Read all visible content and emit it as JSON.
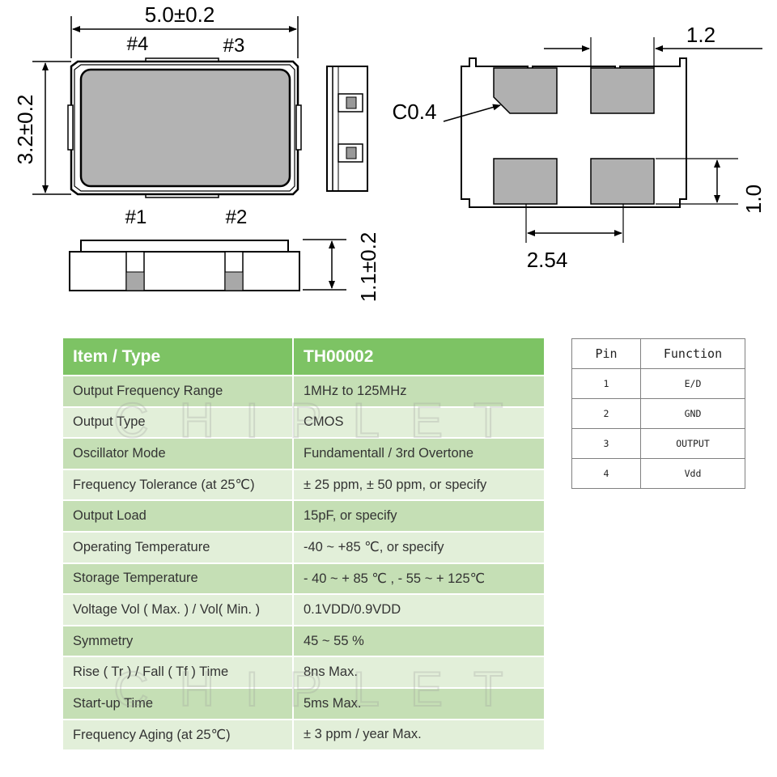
{
  "drawing": {
    "top_view": {
      "width_dim": "5.0±0.2",
      "height_dim": "3.2±0.2",
      "pin_labels": [
        "#4",
        "#3",
        "#1",
        "#2"
      ]
    },
    "side_view": {
      "thickness_dim": "1.1±0.2"
    },
    "footprint": {
      "pad_width_dim": "1.2",
      "chamfer_label": "C0.4",
      "pad_height_dim": "1.0",
      "pitch_dim": "2.54"
    }
  },
  "spec_table": {
    "header": [
      "Item / Type",
      "TH00002"
    ],
    "rows": [
      [
        "Output Frequency Range",
        "1MHz to 125MHz"
      ],
      [
        "Output Type",
        "CMOS"
      ],
      [
        "Oscillator Mode",
        "Fundamentall / 3rd Overtone"
      ],
      [
        "Frequency Tolerance (at 25℃)",
        "± 25 ppm, ± 50 ppm, or specify"
      ],
      [
        "Output Load",
        "15pF, or specify"
      ],
      [
        "Operating Temperature",
        "-40 ~ +85 ℃, or specify"
      ],
      [
        "Storage Temperature",
        "- 40 ~ + 85 ℃ , - 55 ~ + 125℃"
      ],
      [
        "Voltage Vol ( Max. ) / Vol( Min. )",
        "0.1VDD/0.9VDD"
      ],
      [
        "Symmetry",
        "45 ~ 55 %"
      ],
      [
        "Rise ( Tr ) / Fall ( Tf ) Time",
        "8ns Max."
      ],
      [
        "Start-up Time",
        "5ms Max."
      ],
      [
        "Frequency Aging (at 25℃)",
        "± 3 ppm / year Max."
      ]
    ]
  },
  "watermark": "CHIPLET",
  "pin_table": {
    "header": [
      "Pin",
      "Function"
    ],
    "rows": [
      [
        "1",
        "E/D"
      ],
      [
        "2",
        "GND"
      ],
      [
        "3",
        "OUTPUT"
      ],
      [
        "4",
        "Vdd"
      ]
    ]
  },
  "colors": {
    "table_header": "#7dc364",
    "row_odd": "#c5dfb5",
    "row_even": "#e2efd9",
    "pad": "#b0b0b0"
  }
}
